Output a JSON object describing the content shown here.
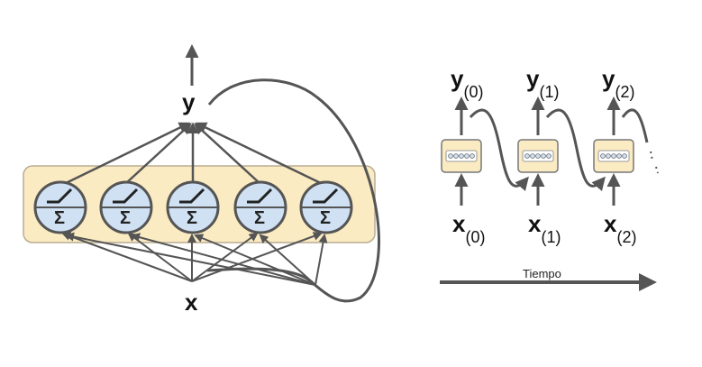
{
  "left": {
    "output_label": "y",
    "input_label": "x",
    "neuron_symbol": "Σ"
  },
  "right": {
    "outputs": [
      {
        "main": "y",
        "sub": "(0)"
      },
      {
        "main": "y",
        "sub": "(1)"
      },
      {
        "main": "y",
        "sub": "(2)"
      }
    ],
    "inputs": [
      {
        "main": "x",
        "sub": "(0)"
      },
      {
        "main": "x",
        "sub": "(1)"
      },
      {
        "main": "x",
        "sub": "(2)"
      }
    ],
    "time_label": "Tiempo"
  },
  "colors": {
    "layer_fill": "#fbebc2",
    "layer_stroke": "#b9ad93",
    "neuron_fill": "#cfe1f3",
    "stroke": "#555555",
    "box_fill": "#fbebc2"
  }
}
